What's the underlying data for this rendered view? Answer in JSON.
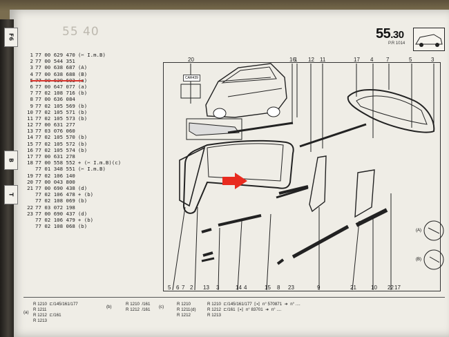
{
  "page_number": "55",
  "page_number_suffix": ".30",
  "page_subtitle": "P.R 1014",
  "ghost_number": "55 40",
  "tabs": [
    "F6",
    "B",
    "T"
  ],
  "parts": [
    {
      "ref": "1",
      "number": "77 00 629 470",
      "note": "(✂ I.m.B)"
    },
    {
      "ref": "2",
      "number": "77 00 544 351",
      "note": ""
    },
    {
      "ref": "3",
      "number": "77 00 638 687",
      "note": "(A)"
    },
    {
      "ref": "4",
      "number": "77 00 638 688",
      "note": "(B)"
    },
    {
      "ref": "5",
      "number": "77 00 639 603",
      "note": "(a)"
    },
    {
      "ref": "6",
      "number": "77 00 647 077",
      "note": "(a)"
    },
    {
      "ref": "7",
      "number": "77 02 108 716",
      "note": "(b)"
    },
    {
      "ref": "8",
      "number": "77 00 636 084",
      "note": ""
    },
    {
      "ref": "9",
      "number": "77 02 105 569",
      "note": "(b)"
    },
    {
      "ref": "10",
      "number": "77 02 105 571",
      "note": "(b)"
    },
    {
      "ref": "11",
      "number": "77 02 105 573",
      "note": "(b)"
    },
    {
      "ref": "12",
      "number": "77 00 631 277",
      "note": ""
    },
    {
      "ref": "13",
      "number": "77 03 076 060",
      "note": ""
    },
    {
      "ref": "14",
      "number": "77 02 105 570",
      "note": "(b)"
    },
    {
      "ref": "15",
      "number": "77 02 105 572",
      "note": "(b)"
    },
    {
      "ref": "16",
      "number": "77 02 105 574",
      "note": "(b)"
    },
    {
      "ref": "17",
      "number": "77 00 631 278",
      "note": ""
    },
    {
      "ref": "18",
      "number": "77 00 558 552",
      "note": "+ (✂ I.m.B)(c)"
    },
    {
      "ref": "",
      "number": "77 01 348 551",
      "note": "(✂ I.m.B)"
    },
    {
      "ref": "19",
      "number": "77 02 106 140",
      "note": ""
    },
    {
      "ref": "20",
      "number": "77 00 043 800",
      "note": ""
    },
    {
      "ref": "21",
      "number": "77 00 690 438",
      "note": "(d)"
    },
    {
      "ref": "",
      "number": "77 02 106 478",
      "note": "+ (b)"
    },
    {
      "ref": "",
      "number": "77 02 108 069",
      "note": "(b)"
    },
    {
      "ref": "22",
      "number": "77 03 072 198",
      "note": ""
    },
    {
      "ref": "23",
      "number": "77 00 690 437",
      "note": "(d)"
    },
    {
      "ref": "",
      "number": "77 02 106 479",
      "note": "+ (b)"
    },
    {
      "ref": "",
      "number": "77 02 108 068",
      "note": "(b)"
    }
  ],
  "diagram": {
    "box_label": "CAR439",
    "top_labels": [
      "20",
      "16",
      "1",
      "12",
      "11",
      "17",
      "4",
      "7",
      "5",
      "3"
    ],
    "bottom_labels": [
      "5",
      "6",
      "7",
      "2",
      "13",
      "3",
      "14",
      "4",
      "15",
      "8",
      "23",
      "9",
      "21",
      "10",
      "22",
      "17"
    ],
    "inset_labels": [
      "(A)",
      "(B)"
    ]
  },
  "footer": {
    "col_a": {
      "tag": "(a)",
      "lines": [
        "R 1210  ⊏/145/161/177",
        "R 1211",
        "R 1212  ⊏/161",
        "R 1213"
      ]
    },
    "col_b": {
      "tag": "(b)",
      "lines": [
        "R 1210  /161",
        "R 1212  /161"
      ]
    },
    "col_c": {
      "tag": "(c)",
      "lines": [
        "R 1210",
        "R 1211",
        "R 1212"
      ]
    },
    "col_d": {
      "tag": "(d)",
      "lines": [
        "R 1210  ⊏/145/161/177  ⟦▪⟧  n° 570871  ➜  n° ....",
        "R 1212  ⊏/161  ⟦▪⟧  n° 83701  ➜  n° ....",
        "R 1213"
      ]
    }
  }
}
